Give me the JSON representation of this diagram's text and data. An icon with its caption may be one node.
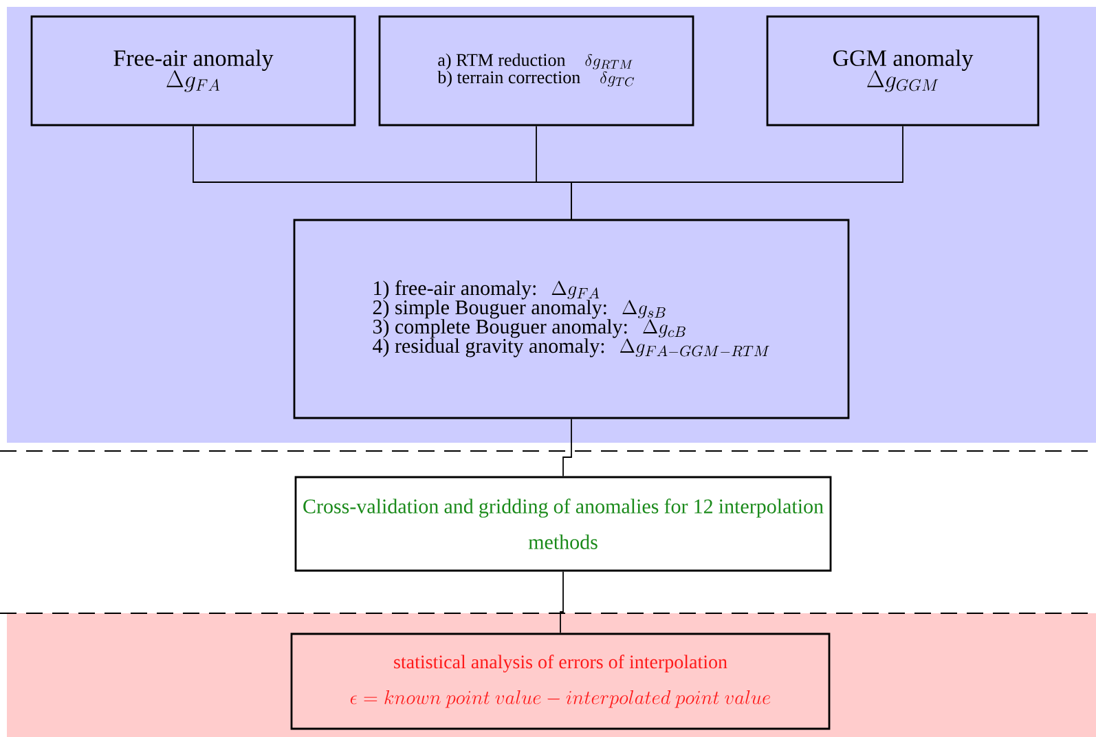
{
  "diagram": {
    "nodes": [
      {
        "text": [
          "Free-air anomaly",
          "\\Delta g_{FA}"
        ]
      },
      {
        "text": [
          "a) RTM reduction",
          "\\delta g_{RTM}",
          "b) terrain correction",
          "\\delta g_{TC}"
        ]
      },
      {
        "text": [
          "GGM anomaly",
          "\\Delta g_{GGM}"
        ]
      },
      {
        "text": [
          "1) free-air anomaly:",
          "\\Delta g_{FA}",
          "2) simple Bouguer anomaly:",
          "\\Delta g_{sB}",
          "3) complete Bouguer anomaly:",
          "\\Delta g_{cB}",
          "4) residual gravity anomaly:",
          "\\Delta g_{FA-GGM-RTM}"
        ]
      },
      {
        "text": [
          "Cross-validation and gridding of anomalies for 12 interpolation methods"
        ]
      },
      {
        "text": [
          "statistical analysis of errors of interpolation",
          "\\epsilon = known\\ point\\ value - interpolated\\ point\\ value"
        ]
      }
    ],
    "edges": [
      {
        "from": 0,
        "to": 3,
        "arrow": "none"
      },
      {
        "from": 1,
        "to": 3,
        "arrow": "none"
      },
      {
        "from": 2,
        "to": 3,
        "arrow": "none"
      },
      {
        "from": 3,
        "to": 4,
        "arrow": "none"
      },
      {
        "from": 4,
        "to": 5,
        "arrow": "none"
      }
    ]
  }
}
